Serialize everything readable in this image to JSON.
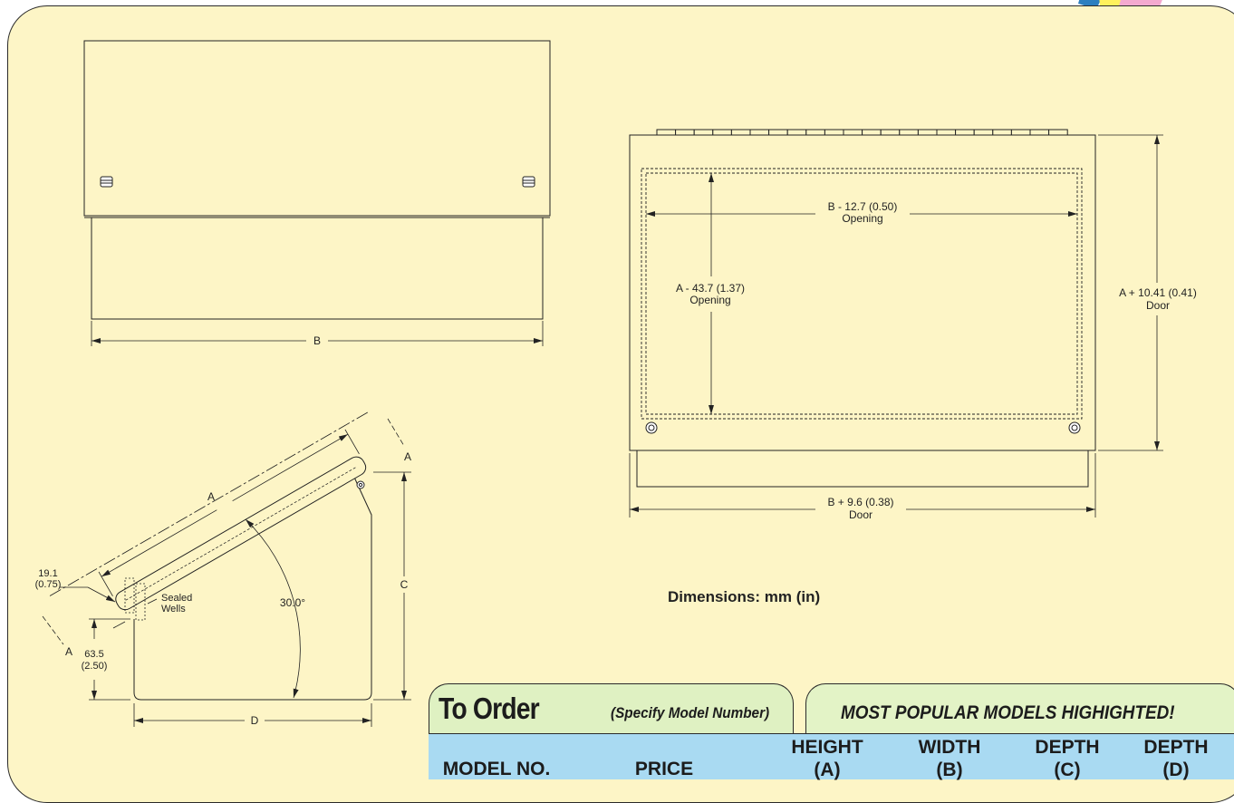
{
  "drawing": {
    "front_view": {
      "dim_b": "B"
    },
    "door_view": {
      "opening_width_value": "B - 12.7 (0.50)",
      "opening_width_label": "Opening",
      "opening_height_value": "A - 43.7 (1.37)",
      "opening_height_label": "Opening",
      "door_height_value": "A + 10.41 (0.41)",
      "door_height_label": "Door",
      "door_width_value": "B + 9.6 (0.38)",
      "door_width_label": "Door"
    },
    "side_view": {
      "dim_a": "A",
      "section_a_top": "A",
      "section_a_bottom": "A",
      "dim_c": "C",
      "dim_d": "D",
      "angle": "30.0°",
      "lip_value": "19.1",
      "lip_inch": "(0.75)",
      "base_value": "63.5",
      "base_inch": "(2.50)",
      "sealed_1": "Sealed",
      "sealed_2": "Wells"
    },
    "units_note": "Dimensions: mm (in)"
  },
  "order": {
    "title": "To Order",
    "subtitle": "(Specify Model Number)",
    "popular": "MOST POPULAR MODELS HIGHIGHTED!"
  },
  "table": {
    "columns": [
      {
        "line1": "",
        "line2": "MODEL NO."
      },
      {
        "line1": "",
        "line2": "PRICE"
      },
      {
        "line1": "HEIGHT",
        "line2": "(A)"
      },
      {
        "line1": "WIDTH",
        "line2": "(B)"
      },
      {
        "line1": "DEPTH",
        "line2": "(C)"
      },
      {
        "line1": "DEPTH",
        "line2": "(D)"
      }
    ]
  },
  "colors": {
    "panel_bg": "#fdf5c6",
    "tab_bg": "#dff1c2",
    "header_bg": "#a9daf2"
  }
}
